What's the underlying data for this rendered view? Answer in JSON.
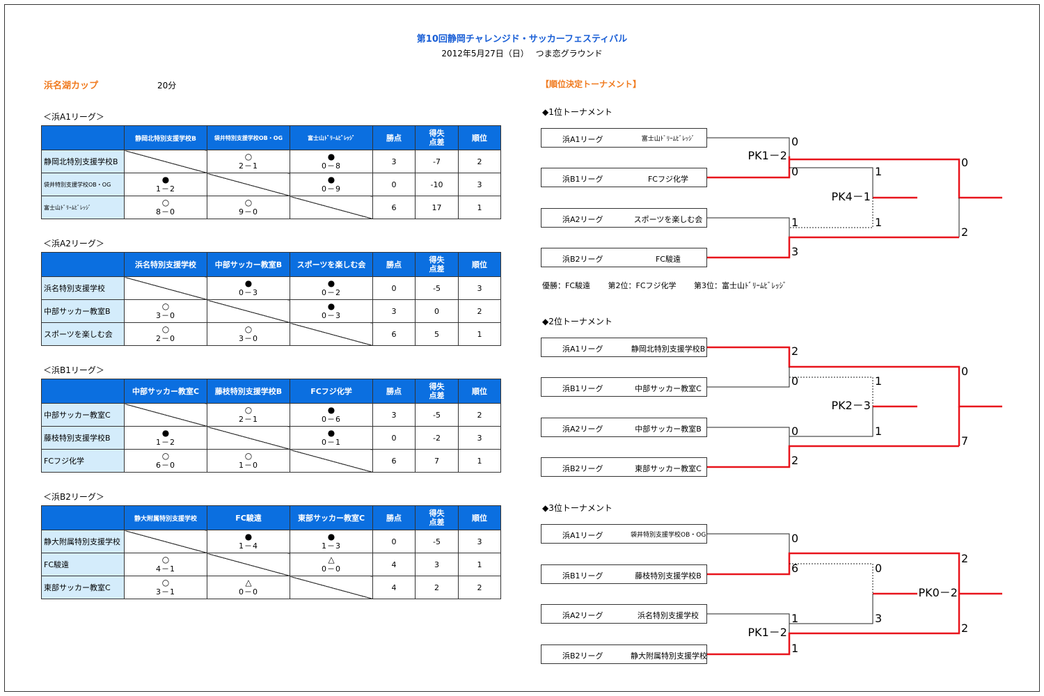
{
  "title": "第10回静岡チャレンジド・サッカーフェスティバル",
  "subtitle": "2012年5月27日（日）　 つま恋グラウンド",
  "cup": "浜名湖カップ",
  "duration": "20分",
  "ranking_heading": "【順位決定トーナメント】",
  "table_headers": {
    "points": "勝点",
    "goal_diff": "得失\n点差",
    "rank": "順位"
  },
  "leagues": [
    {
      "title": "＜浜A1リーグ＞",
      "teams": [
        "静岡北特別支援学校B",
        "袋井特別支援学校OB・OG",
        "富士山ﾄﾞﾘｰﾑﾋﾞﾚｯｼﾞ"
      ],
      "cells": [
        [
          null,
          {
            "m": "○",
            "s": "2－1"
          },
          {
            "m": "●",
            "s": "0－8"
          }
        ],
        [
          {
            "m": "●",
            "s": "1－2"
          },
          null,
          {
            "m": "●",
            "s": "0－9"
          }
        ],
        [
          {
            "m": "○",
            "s": "8－0"
          },
          {
            "m": "○",
            "s": "9－0"
          },
          null
        ]
      ],
      "points": [
        "3",
        "0",
        "6"
      ],
      "diff": [
        "-7",
        "-10",
        "17"
      ],
      "rank": [
        "2",
        "3",
        "1"
      ]
    },
    {
      "title": "＜浜A2リーグ＞",
      "teams": [
        "浜名特別支援学校",
        "中部サッカー教室B",
        "スポーツを楽しむ会"
      ],
      "cells": [
        [
          null,
          {
            "m": "●",
            "s": "0－3"
          },
          {
            "m": "●",
            "s": "0－2"
          }
        ],
        [
          {
            "m": "○",
            "s": "3－0"
          },
          null,
          {
            "m": "●",
            "s": "0－3"
          }
        ],
        [
          {
            "m": "○",
            "s": "2－0"
          },
          {
            "m": "○",
            "s": "3－0"
          },
          null
        ]
      ],
      "points": [
        "0",
        "3",
        "6"
      ],
      "diff": [
        "-5",
        "0",
        "5"
      ],
      "rank": [
        "3",
        "2",
        "1"
      ]
    },
    {
      "title": "＜浜B1リーグ＞",
      "teams": [
        "中部サッカー教室C",
        "藤枝特別支援学校B",
        "FCフジ化学"
      ],
      "cells": [
        [
          null,
          {
            "m": "○",
            "s": "2－1"
          },
          {
            "m": "●",
            "s": "0－6"
          }
        ],
        [
          {
            "m": "●",
            "s": "1－2"
          },
          null,
          {
            "m": "●",
            "s": "0－1"
          }
        ],
        [
          {
            "m": "○",
            "s": "6－0"
          },
          {
            "m": "○",
            "s": "1－0"
          },
          null
        ]
      ],
      "points": [
        "3",
        "0",
        "6"
      ],
      "diff": [
        "-5",
        "-2",
        "7"
      ],
      "rank": [
        "2",
        "3",
        "1"
      ]
    },
    {
      "title": "＜浜B2リーグ＞",
      "teams": [
        "静大附属特別支援学校",
        "FC駿遠",
        "東部サッカー教室C"
      ],
      "cells": [
        [
          null,
          {
            "m": "●",
            "s": "1－4"
          },
          {
            "m": "●",
            "s": "1－3"
          }
        ],
        [
          {
            "m": "○",
            "s": "4－1"
          },
          null,
          {
            "m": "△",
            "s": "0－0"
          }
        ],
        [
          {
            "m": "○",
            "s": "3－1"
          },
          {
            "m": "△",
            "s": "0－0"
          },
          null
        ]
      ],
      "points": [
        "0",
        "4",
        "4"
      ],
      "diff": [
        "-5",
        "3",
        "2"
      ],
      "rank": [
        "3",
        "1",
        "2"
      ]
    }
  ],
  "tournaments": [
    {
      "title": "◆1位トーナメント",
      "entries": [
        {
          "league": "浜A1リーグ",
          "team": "富士山ﾄﾞﾘｰﾑﾋﾞﾚｯｼﾞ"
        },
        {
          "league": "浜B1リーグ",
          "team": "FCフジ化学"
        },
        {
          "league": "浜A2リーグ",
          "team": "スポーツを楽しむ会"
        },
        {
          "league": "浜B2リーグ",
          "team": "FC駿遠"
        }
      ],
      "labels": {
        "s1a": "0",
        "s1b": "0",
        "pk1": "PK1－2",
        "s2a": "1",
        "s2b": "3",
        "s3a": "1",
        "s3b": "1",
        "pk3": "PK4－1",
        "f_a": "0",
        "f_b": "2"
      },
      "result": "優勝：FC駿遠　　 第2位：FCフジ化学　　 第3位：富士山ﾄﾞﾘｰﾑﾋﾞﾚｯｼﾞ"
    },
    {
      "title": "◆2位トーナメント",
      "entries": [
        {
          "league": "浜A1リーグ",
          "team": "静岡北特別支援学校B"
        },
        {
          "league": "浜B1リーグ",
          "team": "中部サッカー教室C"
        },
        {
          "league": "浜A2リーグ",
          "team": "中部サッカー教室B"
        },
        {
          "league": "浜B2リーグ",
          "team": "東部サッカー教室C"
        }
      ],
      "labels": {
        "s1a": "2",
        "s1b": "0",
        "s2a": "0",
        "s2b": "2",
        "s3a": "1",
        "s3b": "1",
        "pk3": "PK2－3",
        "f_a": "0",
        "f_b": "7"
      }
    },
    {
      "title": "◆3位トーナメント",
      "entries": [
        {
          "league": "浜A1リーグ",
          "team": "袋井特別支援学校OB・OG"
        },
        {
          "league": "浜B1リーグ",
          "team": "藤枝特別支援学校B"
        },
        {
          "league": "浜A2リーグ",
          "team": "浜名特別支援学校"
        },
        {
          "league": "浜B2リーグ",
          "team": "静大附属特別支援学校"
        }
      ],
      "labels": {
        "s1a": "0",
        "s1b": "6",
        "s2a": "1",
        "s2b": "1",
        "pk2": "PK1－2",
        "s3a": "0",
        "s3b": "3",
        "f_a": "2",
        "f_b": "2",
        "pkf": "PK0－2"
      }
    }
  ],
  "colors": {
    "header_blue": "#0b6fe0",
    "row_blue": "#d4ecfb",
    "winner_red": "#e8141c",
    "title_blue": "#1a5fd6",
    "orange": "#f07a1e"
  }
}
